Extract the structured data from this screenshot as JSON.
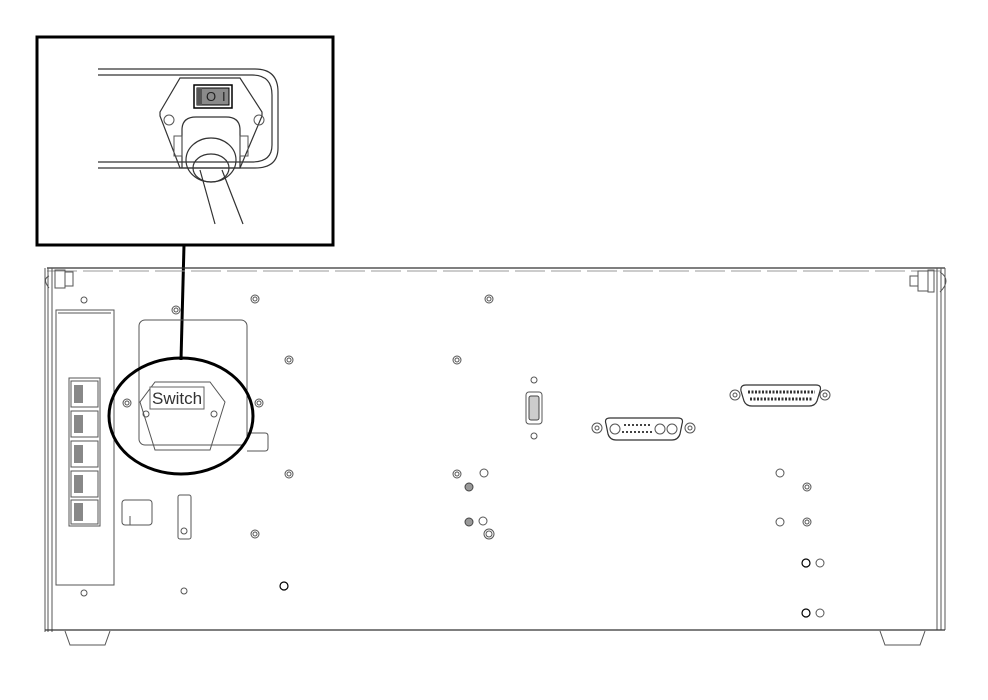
{
  "diagram": {
    "subject": "Device rear panel with power switch callout",
    "callout": {
      "switch_symbols": [
        "O",
        "I"
      ],
      "description": "Power inlet with rocker switch and plugged-in power cord"
    },
    "panel": {
      "switch_label": "Switch",
      "ethernet_port_count": 5,
      "connectors": [
        "usb-port",
        "d-sub-combo-connector",
        "d-sub-37-connector"
      ]
    },
    "colors": {
      "line": "#000000",
      "detail": "#555555",
      "switch_fill": "#888888",
      "background": "#ffffff"
    }
  }
}
